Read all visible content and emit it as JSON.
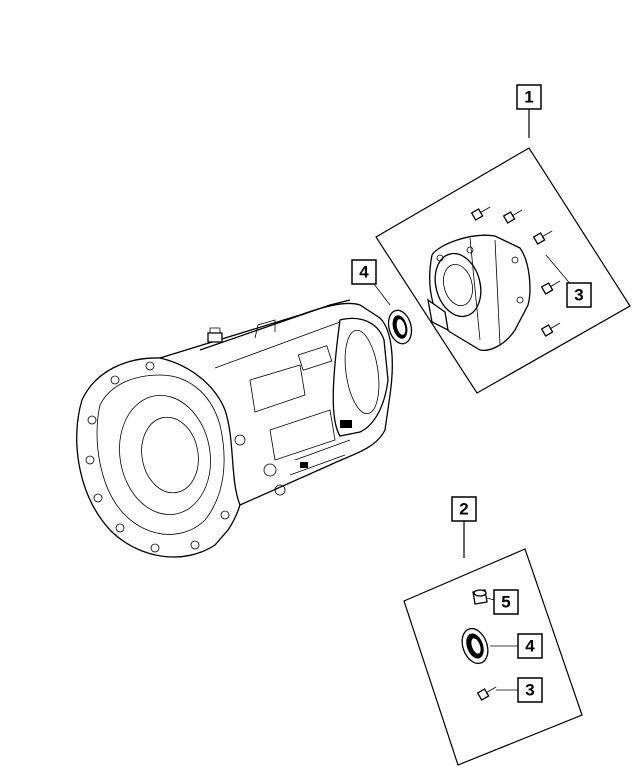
{
  "callouts": {
    "c1": "1",
    "c2": "2",
    "c3_housing": "3",
    "c4_main": "4",
    "c5_kit": "5",
    "c4_kit": "4",
    "c3_kit": "3"
  }
}
